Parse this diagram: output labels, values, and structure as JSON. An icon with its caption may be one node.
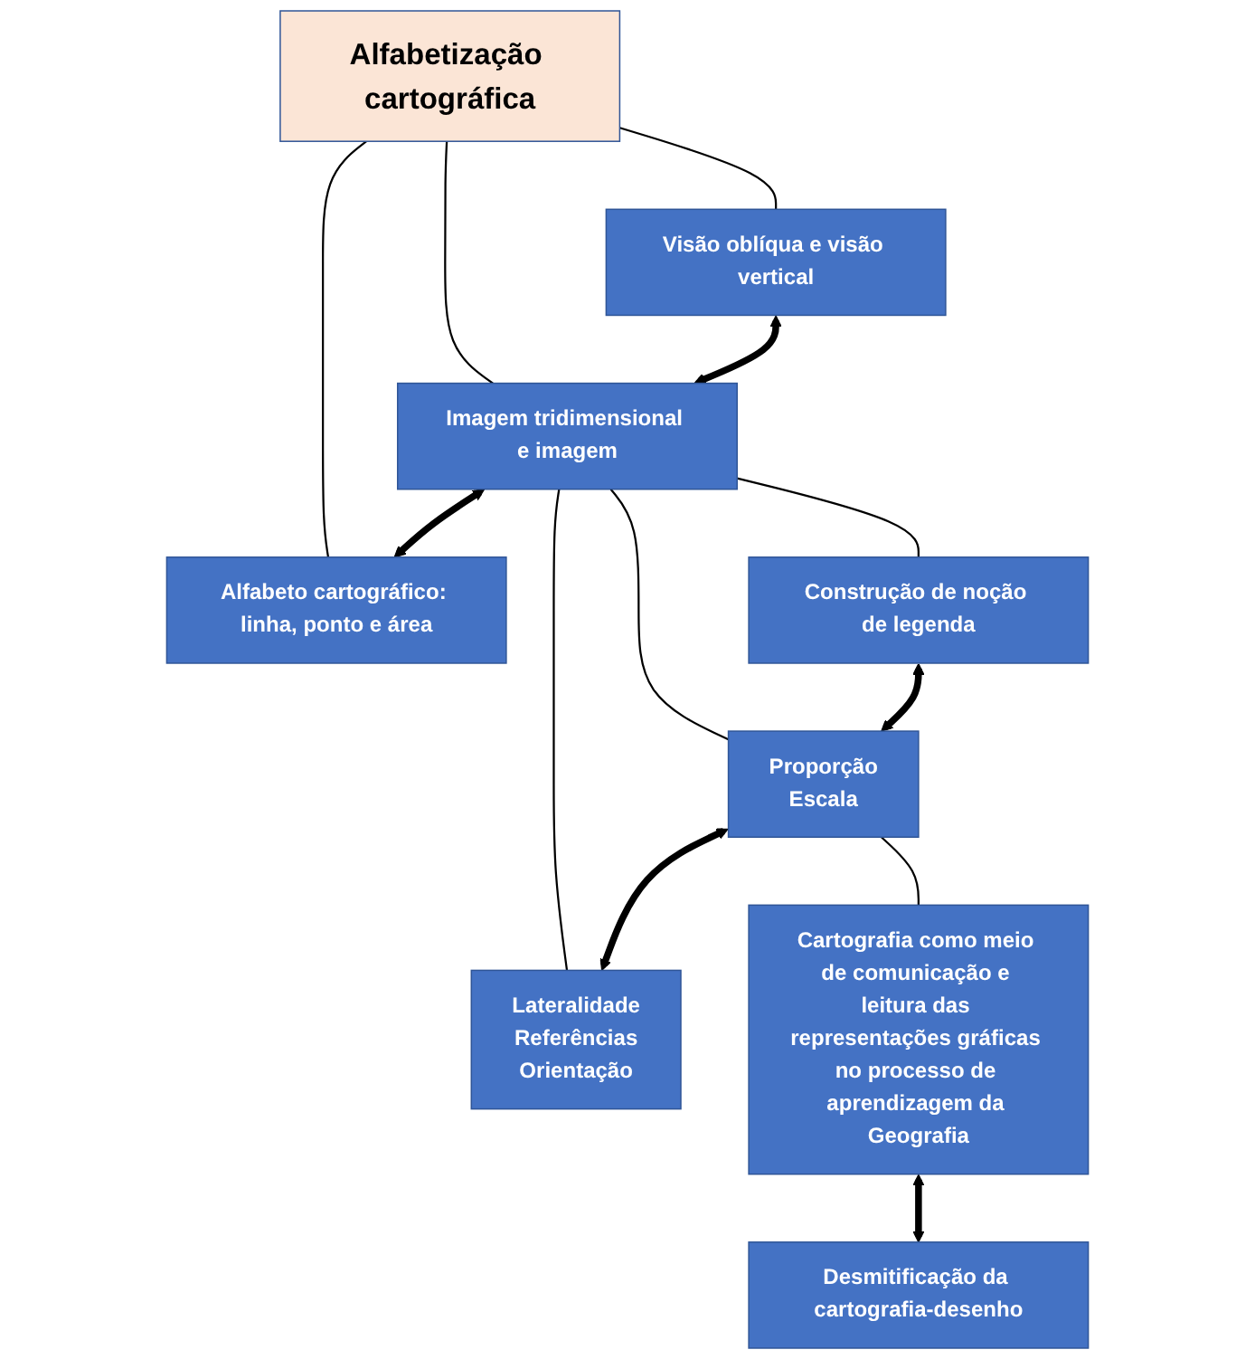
{
  "diagram": {
    "nodes": [
      {
        "text": [
          "Alfabetização cartográfica"
        ]
      },
      {
        "text": [
          "Visão oblíqua e visão vertical"
        ]
      },
      {
        "text": [
          "Imagem tridimensional e imagem"
        ]
      },
      {
        "text": [
          "Alfabeto cartográfico: linha, ponto e área"
        ]
      },
      {
        "text": [
          "Construção de noção de legenda"
        ]
      },
      {
        "text": [
          "Proporção",
          "Escala"
        ]
      },
      {
        "text": [
          "Lateralidade",
          "Referências",
          "Orientação"
        ]
      },
      {
        "text": [
          "Cartografia como meio de comunicação e leitura das representações gráficas no processo de aprendizagem da Geografia"
        ]
      },
      {
        "text": [
          "Desmitificação da cartografia-desenho"
        ]
      }
    ],
    "edges": [
      {
        "from": 0,
        "to": 1,
        "arrow": "none"
      },
      {
        "from": 0,
        "to": 2,
        "arrow": "none"
      },
      {
        "from": 0,
        "to": 3,
        "arrow": "none"
      },
      {
        "from": 1,
        "to": 2,
        "arrow": "both",
        "style": "thick"
      },
      {
        "from": 2,
        "to": 3,
        "arrow": "both",
        "style": "thick"
      },
      {
        "from": 2,
        "to": 4,
        "arrow": "none"
      },
      {
        "from": 2,
        "to": 5,
        "arrow": "none"
      },
      {
        "from": 2,
        "to": 6,
        "arrow": "none"
      },
      {
        "from": 4,
        "to": 5,
        "arrow": "both",
        "style": "thick"
      },
      {
        "from": 5,
        "to": 6,
        "arrow": "both",
        "style": "thick"
      },
      {
        "from": 5,
        "to": 7,
        "arrow": "none"
      },
      {
        "from": 7,
        "to": 8,
        "arrow": "both",
        "style": "thick"
      }
    ]
  }
}
